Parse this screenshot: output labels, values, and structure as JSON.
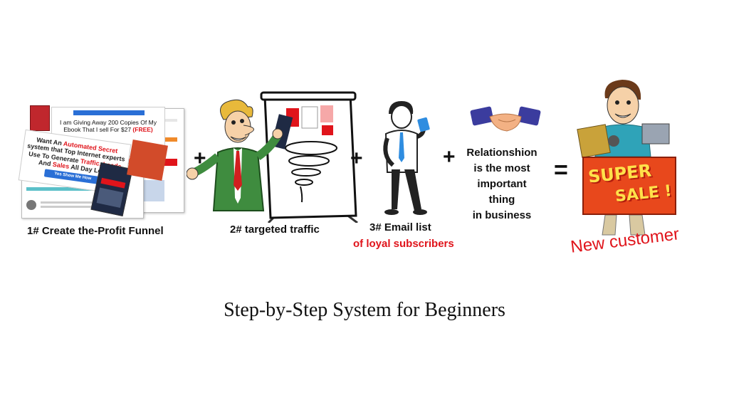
{
  "step1": {
    "label": "1# Create the-Profit Funnel",
    "headline_text": "I am Giving Away 200 Copies Of My Ebook That I sell For $27",
    "headline_free": "(FREE)",
    "secret_line1": "Want An",
    "secret_hl1": "Automated Secret",
    "secret_line2": "system",
    "secret_line3": "that Top Internet experts Use To Generate",
    "secret_hl2": "Traffic,",
    "secret_hl3": "Leads",
    "secret_line4": "And",
    "secret_hl4": "Sales",
    "secret_line5": "All Day Long",
    "button_text": "Yes Show Me How"
  },
  "step2": {
    "label": "2# targeted traffic"
  },
  "step3": {
    "label": "3# Email list",
    "sublabel": "of loyal subscribers"
  },
  "step4": {
    "lines": [
      "Relationshion",
      "is the most",
      "important",
      "thing",
      "in business"
    ]
  },
  "result": {
    "sign_line1": "SUPER",
    "sign_line2": "SALE !",
    "label": "New customer"
  },
  "operators": {
    "plus": "+",
    "equals": "="
  },
  "caption": "Step-by-Step System for Beginners",
  "colors": {
    "accent_red": "#e0141b",
    "text": "#111111"
  }
}
